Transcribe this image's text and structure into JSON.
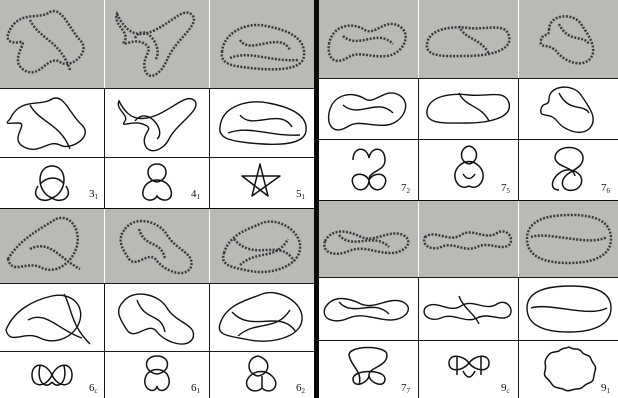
{
  "figure": {
    "colors": {
      "photo_background": "#b9b9b6",
      "ink": "#111111",
      "divider": "#0c0c0c",
      "paper": "#ffffff"
    },
    "knot_labels": [
      {
        "base": "3",
        "sub": "1"
      },
      {
        "base": "4",
        "sub": "1"
      },
      {
        "base": "5",
        "sub": "1"
      },
      {
        "base": "7",
        "sub": "2"
      },
      {
        "base": "7",
        "sub": "5"
      },
      {
        "base": "7",
        "sub": "6"
      },
      {
        "base": "6",
        "sub": "c"
      },
      {
        "base": "6",
        "sub": "1"
      },
      {
        "base": "6",
        "sub": "2"
      },
      {
        "base": "7",
        "sub": "7"
      },
      {
        "base": "9",
        "sub": "c"
      },
      {
        "base": "9",
        "sub": "1"
      }
    ]
  }
}
